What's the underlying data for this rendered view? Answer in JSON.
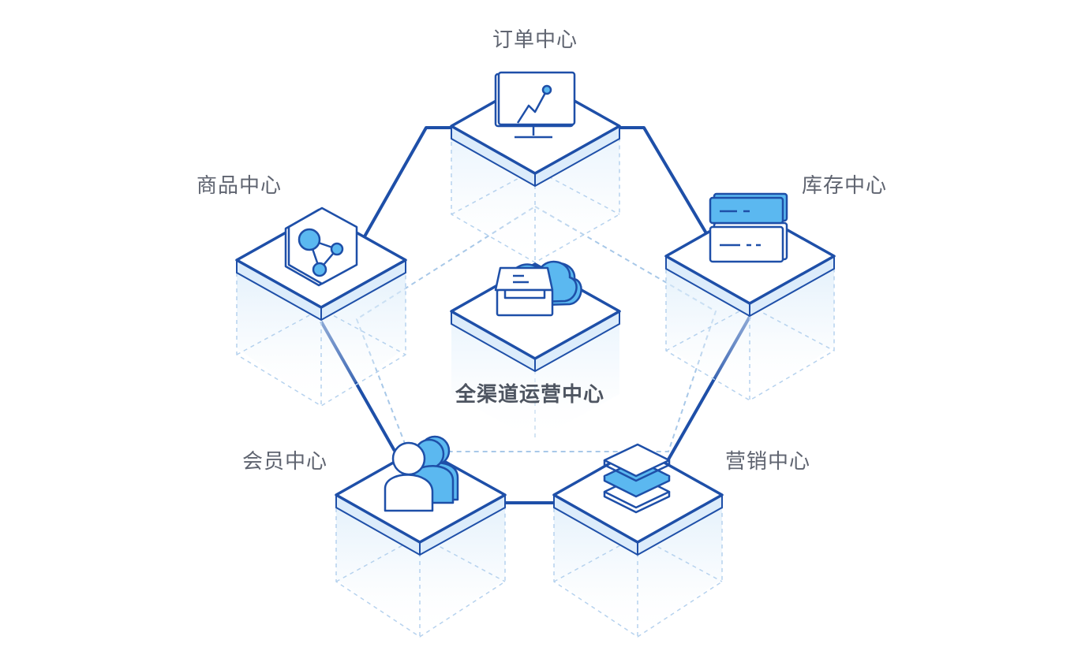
{
  "center": {
    "label": "全渠道运营中心",
    "icon": "cloud-inbox-icon"
  },
  "nodes": [
    {
      "id": "order",
      "label": "订单中心",
      "icon": "monitor-chart-icon"
    },
    {
      "id": "goods",
      "label": "商品中心",
      "icon": "hexagon-network-icon"
    },
    {
      "id": "inventory",
      "label": "库存中心",
      "icon": "server-stack-icon"
    },
    {
      "id": "member",
      "label": "会员中心",
      "icon": "users-icon"
    },
    {
      "id": "marketing",
      "label": "营销中心",
      "icon": "layers-icon"
    }
  ],
  "colors": {
    "primary": "#1e4fa8",
    "accent": "#5bb8f0",
    "label": "#5f6470",
    "dashed": "#a8c8e8"
  }
}
